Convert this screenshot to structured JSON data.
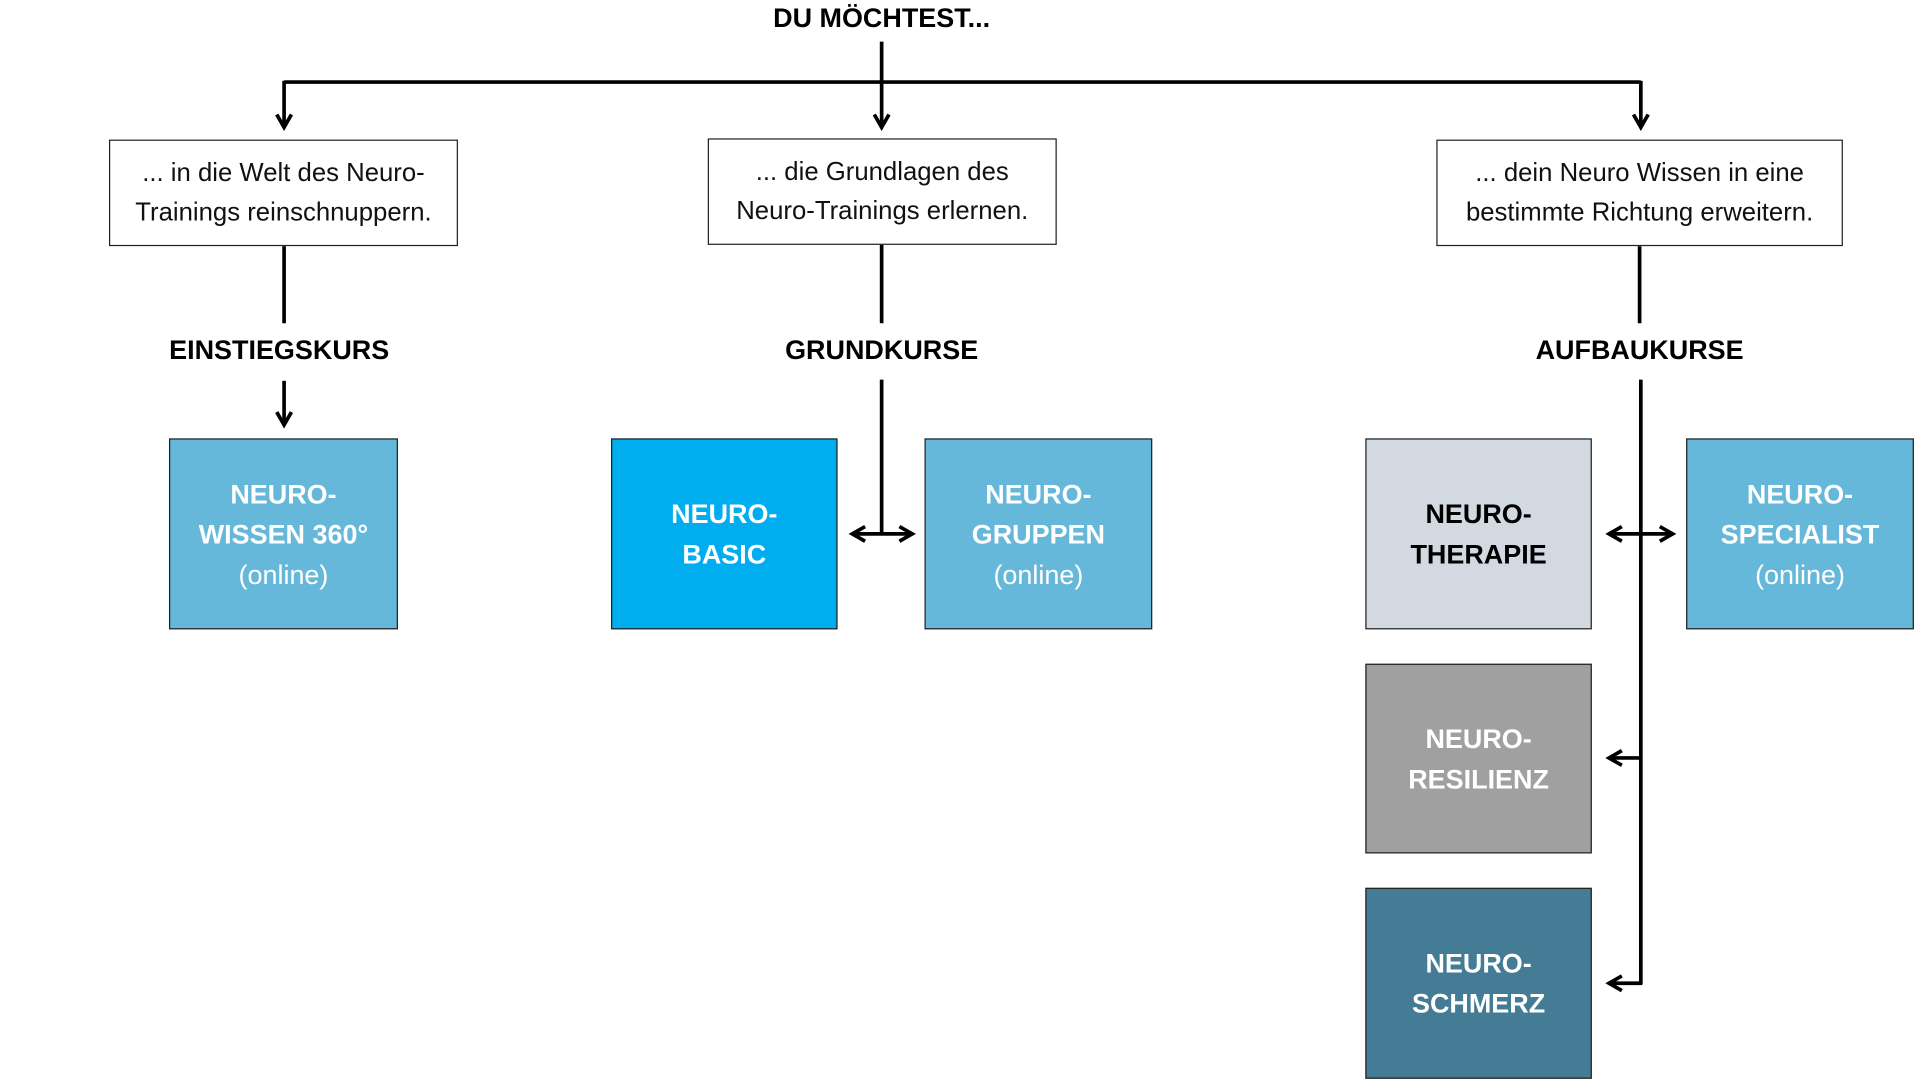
{
  "title": "DU MÖCHTEST...",
  "questions": [
    {
      "line1": "... in die Welt des Neuro-",
      "line2": "Trainings reinschnuppern."
    },
    {
      "line1": "... die Grundlagen des",
      "line2": "Neuro-Trainings erlernen."
    },
    {
      "line1": "... dein Neuro Wissen in eine",
      "line2": "bestimmte Richtung erweitern."
    }
  ],
  "categories": [
    "EINSTIEGSKURS",
    "GRUNDKURSE",
    "AUFBAUKURSE"
  ],
  "courses": {
    "wissen360": {
      "l1": "NEURO-",
      "l2": "WISSEN 360°",
      "sub": "(online)",
      "color": "#65b8d9"
    },
    "basic": {
      "l1": "NEURO-",
      "l2": "BASIC",
      "color": "#00aeef"
    },
    "gruppen": {
      "l1": "NEURO-",
      "l2": "GRUPPEN",
      "sub": "(online)",
      "color": "#65b8d9"
    },
    "therapie": {
      "l1": "NEURO-",
      "l2": "THERAPIE",
      "color": "#d2d9e0"
    },
    "specialist": {
      "l1": "NEURO-",
      "l2": "SPECIALIST",
      "sub": "(online)",
      "color": "#65b8d9"
    },
    "resilienz": {
      "l1": "NEURO-",
      "l2": "RESILIENZ",
      "color": "#a0a0a0"
    },
    "schmerz": {
      "l1": "NEURO-",
      "l2": "SCHMERZ",
      "color": "#447c96"
    }
  }
}
